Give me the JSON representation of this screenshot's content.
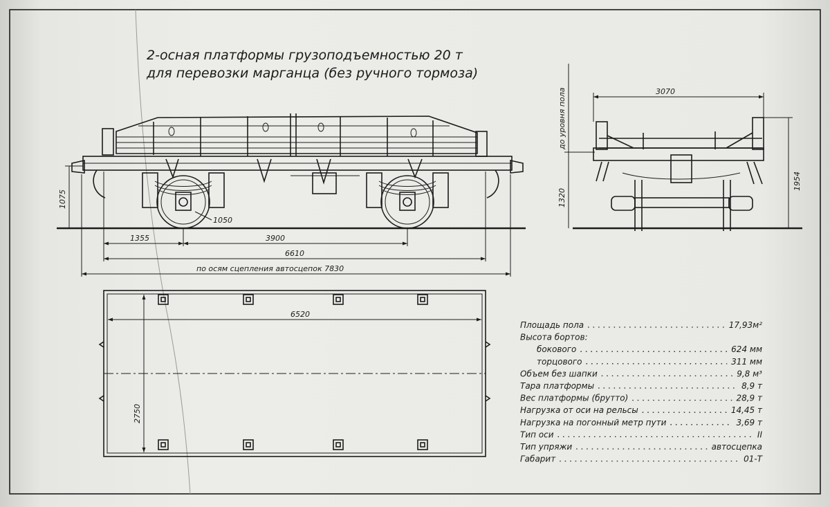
{
  "title": {
    "line1": "2-осная платформы грузоподъемностью 20 т",
    "line2": "для перевозки марганца (без ручного тормоза)"
  },
  "side_view": {
    "dim_height_frame": "1075",
    "dim_wheel": "1050",
    "dim_1355": "1355",
    "dim_base": "3900",
    "dim_frame_length": "6610",
    "dim_coupler": "по осям сцепления автосцепок 7830"
  },
  "end_view": {
    "dim_width": "3070",
    "label_floor_level": "до уровня пола",
    "dim_1320": "1320",
    "dim_1954": "1954"
  },
  "plan_view": {
    "dim_length": "6520",
    "dim_width": "2750"
  },
  "specs": [
    {
      "label": "Площадь пола",
      "value": "17,93м²"
    },
    {
      "label": "Высота бортов:",
      "value": ""
    },
    {
      "label": "бокового",
      "value": "624 мм",
      "indent": true
    },
    {
      "label": "торцового",
      "value": "311 мм",
      "indent": true
    },
    {
      "label": "Объем без шапки",
      "value": "9,8 м³"
    },
    {
      "label": "Тара платформы",
      "value": "8,9 т"
    },
    {
      "label": "Вес платформы (брутто)",
      "value": "28,9 т"
    },
    {
      "label": "Нагрузка от оси на рельсы",
      "value": "14,45 т"
    },
    {
      "label": "Нагрузка на погонный метр пути",
      "value": "3,69 т"
    },
    {
      "label": "Тип оси",
      "value": "II"
    },
    {
      "label": "Тип упряжи",
      "value": "автосцепка"
    },
    {
      "label": "Габарит",
      "value": "01-Т"
    }
  ],
  "colors": {
    "ink": "#1c1c1c",
    "paper": "#ecece8"
  }
}
